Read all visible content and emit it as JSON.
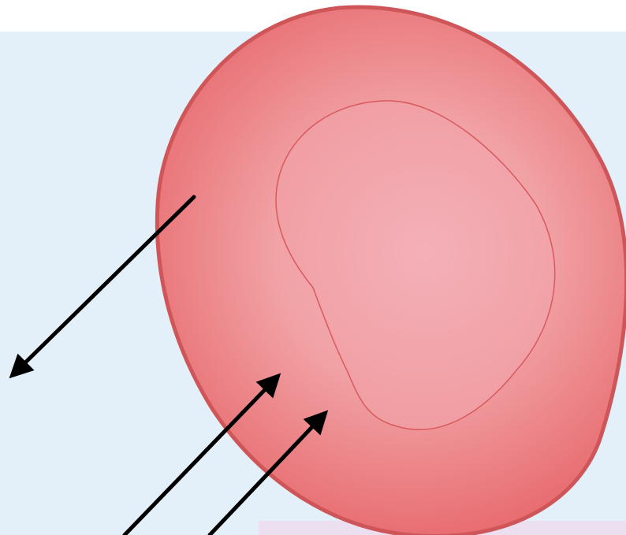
{
  "figure": {
    "subject": "cell",
    "parts": [
      "cell-body",
      "nucleus"
    ],
    "arrows": [
      {
        "name": "outgoing-arrow",
        "direction": "out"
      },
      {
        "name": "incoming-arrow-upper",
        "direction": "in"
      },
      {
        "name": "incoming-arrow-lower",
        "direction": "in"
      }
    ]
  },
  "colors": {
    "background": "#e3eff9",
    "label_panel": "#ecdfef",
    "cell_fill_center": "#f4b1b6",
    "cell_fill_edge": "#e7696d",
    "cell_stroke": "#cf5658",
    "nucleus_fill_center": "#f4b0b8",
    "nucleus_fill_edge": "#f09da1",
    "nucleus_stroke": "#d8595e",
    "arrow": "#000000"
  }
}
